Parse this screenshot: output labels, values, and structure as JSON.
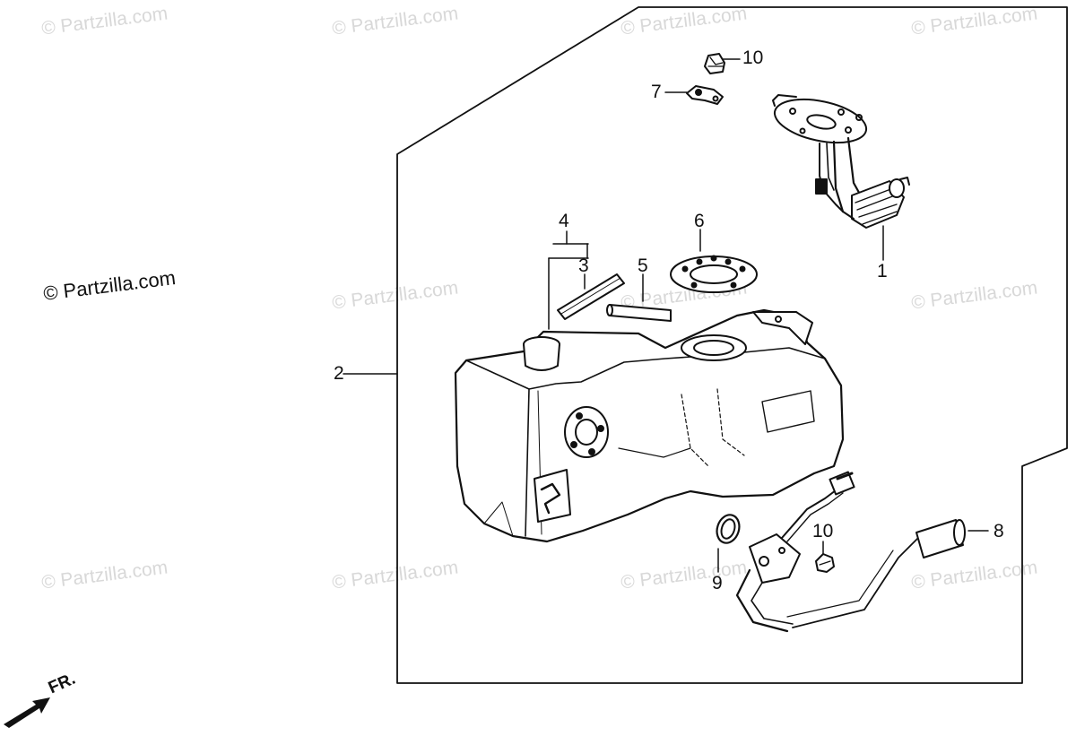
{
  "watermarks": {
    "text": "© Partzilla.com",
    "prominent": "© Partzilla.com"
  },
  "callouts": {
    "c1": "1",
    "c2": "2",
    "c3": "3",
    "c4": "4",
    "c5": "5",
    "c6": "6",
    "c7": "7",
    "c8": "8",
    "c9": "9",
    "c10a": "10",
    "c10b": "10"
  },
  "front_indicator": "FR."
}
